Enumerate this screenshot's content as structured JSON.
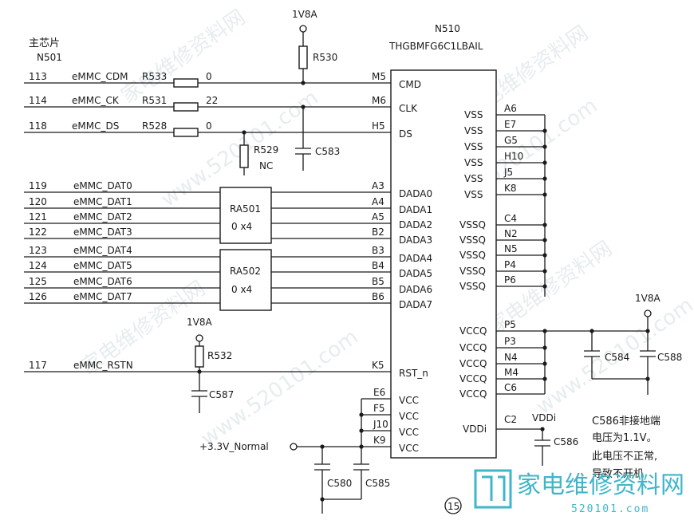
{
  "main_chip": {
    "label_cn": "主芯片",
    "ref": "N501"
  },
  "emmc_chip": {
    "ref": "N510",
    "part": "THGBMFG6C1LBAIL"
  },
  "power_labels": {
    "top_1v8": "1V8A",
    "rst_1v8": "1V8A",
    "vccq_1v8": "1V8A",
    "vddi_label": "VDDi",
    "v33_label": "+3.3V_Normal"
  },
  "signals": [
    {
      "num": "113",
      "name": "eMMC_CDM",
      "res": "R533",
      "val": "0",
      "pin": "M5",
      "func": "CMD"
    },
    {
      "num": "114",
      "name": "eMMC_CK",
      "res": "R531",
      "val": "22",
      "pin": "M6",
      "func": "CLK"
    },
    {
      "num": "118",
      "name": "eMMC_DS",
      "res": "R528",
      "val": "0",
      "pin": "H5",
      "func": "DS"
    }
  ],
  "pullup": {
    "r530": "R530",
    "r529": "R529",
    "r529_val": "NC",
    "c583": "C583"
  },
  "data_lines": [
    {
      "num": "119",
      "name": "eMMC_DAT0",
      "pin": "A3",
      "func": "DADA0"
    },
    {
      "num": "120",
      "name": "eMMC_DAT1",
      "pin": "A4",
      "func": "DADA1"
    },
    {
      "num": "121",
      "name": "eMMC_DAT2",
      "pin": "A5",
      "func": "DADA2"
    },
    {
      "num": "122",
      "name": "eMMC_DAT3",
      "pin": "B2",
      "func": "DADA3"
    },
    {
      "num": "123",
      "name": "eMMC_DAT4",
      "pin": "B3",
      "func": "DADA4"
    },
    {
      "num": "124",
      "name": "eMMC_DAT5",
      "pin": "B4",
      "func": "DADA5"
    },
    {
      "num": "125",
      "name": "eMMC_DAT6",
      "pin": "B5",
      "func": "DADA6"
    },
    {
      "num": "126",
      "name": "eMMC_DAT7",
      "pin": "B6",
      "func": "DADA7"
    }
  ],
  "res_arrays": [
    {
      "ref": "RA501",
      "val": "0 x4"
    },
    {
      "ref": "RA502",
      "val": "0 x4"
    }
  ],
  "reset": {
    "num": "117",
    "name": "eMMC_RSTN",
    "res": "R532",
    "cap": "C587",
    "pin": "K5",
    "func": "RST_n"
  },
  "vcc_pins": [
    {
      "pin": "E6",
      "func": "VCC"
    },
    {
      "pin": "F5",
      "func": "VCC"
    },
    {
      "pin": "J10",
      "func": "VCC"
    },
    {
      "pin": "K9",
      "func": "VCC"
    }
  ],
  "vcc_caps": [
    "C580",
    "C585"
  ],
  "vss_pins": [
    {
      "pin": "A6",
      "func": "VSS"
    },
    {
      "pin": "E7",
      "func": "VSS"
    },
    {
      "pin": "G5",
      "func": "VSS"
    },
    {
      "pin": "H10",
      "func": "VSS"
    },
    {
      "pin": "J5",
      "func": "VSS"
    },
    {
      "pin": "K8",
      "func": "VSS"
    }
  ],
  "vssq_pins": [
    {
      "pin": "C4",
      "func": "VSSQ"
    },
    {
      "pin": "N2",
      "func": "VSSQ"
    },
    {
      "pin": "N5",
      "func": "VSSQ"
    },
    {
      "pin": "P4",
      "func": "VSSQ"
    },
    {
      "pin": "P6",
      "func": "VSSQ"
    }
  ],
  "vccq_pins": [
    {
      "pin": "P5",
      "func": "VCCQ"
    },
    {
      "pin": "P3",
      "func": "VCCQ"
    },
    {
      "pin": "N4",
      "func": "VCCQ"
    },
    {
      "pin": "M4",
      "func": "VCCQ"
    },
    {
      "pin": "C6",
      "func": "VCCQ"
    }
  ],
  "vccq_caps": [
    "C584",
    "C588"
  ],
  "vddi": {
    "pin": "C2",
    "func": "VDDi",
    "cap": "C586"
  },
  "note": [
    "C586非接地端",
    "电压为1.1V。",
    "此电压不正常,",
    "导致不开机"
  ],
  "marker": "15",
  "watermarks": [
    "家电维修资料网",
    "www.520101.com"
  ],
  "logo": {
    "text": "家电维修资料网",
    "sub": "520101.com",
    "color": "#3fb6c9"
  }
}
